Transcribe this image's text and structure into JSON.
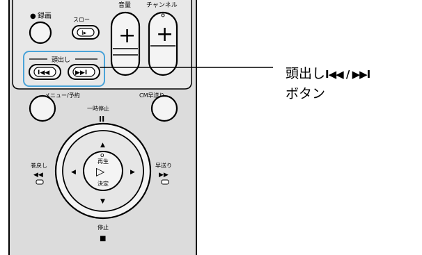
{
  "remote": {
    "labels": {
      "record": "録画",
      "slow": "スロー",
      "volume": "音量",
      "channel": "チャンネル",
      "skip_group": "頭出し",
      "menu_reserve": "メニュー/予約",
      "cm_skip": "CM早送り",
      "pause": "一時停止",
      "play": "再生",
      "confirm": "決定",
      "rewind": "巻戻し",
      "fast_forward": "早送り",
      "stop": "停止"
    },
    "symbols": {
      "record_dot": "●",
      "slow_icon": "I▸",
      "prev_icon": "I◀◀",
      "next_icon": "▶▶I",
      "vol_plus": "+",
      "ch_plus": "+",
      "pause_icon": "II",
      "arrow_up": "▲",
      "arrow_down": "▼",
      "arrow_left": "◀",
      "arrow_right": "▶",
      "play_triangle": "▷",
      "small_circle": "o",
      "rewind_arrows": "◀◀",
      "ff_arrows": "▶▶",
      "stop_square": "■"
    }
  },
  "callout": {
    "line1_text": "頭出し",
    "line1_symbols": "I◀◀ / ▶▶I",
    "line2": "ボタン"
  },
  "colors": {
    "panel": "#dcdcdc",
    "highlight": "#4aa3d8",
    "line": "#000000"
  }
}
